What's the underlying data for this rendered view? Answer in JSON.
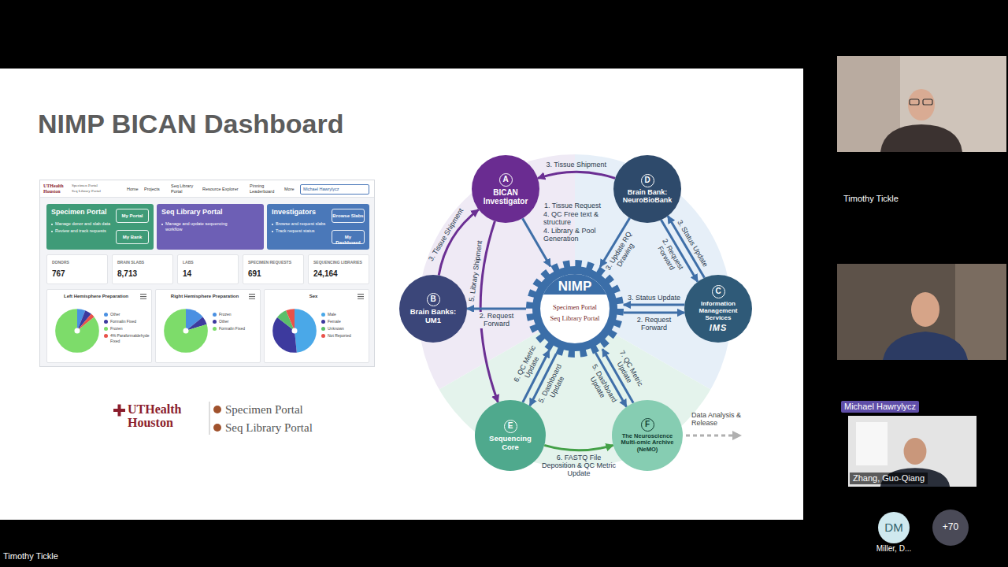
{
  "diagram": {
    "title": "NIMP BICAN Dashboard",
    "nodes": [
      {
        "text": [
          "UTHealth Houston",
          "Specimen Portal",
          "Seq Library Portal",
          "Home",
          "Projects",
          "Seq Library Portal",
          "Resource Explorer",
          "Pinning Leaderboard",
          "More"
        ]
      },
      {
        "text": [
          "Michael Hawrylycz"
        ],
        "in": 0
      },
      {
        "text": [
          "Specimen Portal",
          "Manage donor and slab data",
          "Review and track requests"
        ],
        "in": 0
      },
      {
        "text": [
          "My Portal"
        ],
        "in": 2
      },
      {
        "text": [
          "My Bank"
        ],
        "in": 2
      },
      {
        "text": [
          "Seq Library Portal",
          "Manage and update sequencing workflow"
        ],
        "in": 0
      },
      {
        "text": [
          "Investigators",
          "Browse and request slabs",
          "Track request status"
        ],
        "in": 0
      },
      {
        "text": [
          "Browse Slabs"
        ],
        "in": 6
      },
      {
        "text": [
          "My Dashboard"
        ],
        "in": 6
      },
      {
        "text": [
          "DONORS",
          "767"
        ],
        "in": 0
      },
      {
        "text": [
          "BRAIN SLABS",
          "8,713"
        ],
        "in": 0
      },
      {
        "text": [
          "LABS",
          "14"
        ],
        "in": 0
      },
      {
        "text": [
          "SPECIMEN REQUESTS",
          "691"
        ],
        "in": 0
      },
      {
        "text": [
          "SEQUENCING LIBRARIES",
          "24,164"
        ],
        "in": 0
      },
      {
        "text": [
          "Left Hemisphere Preparation"
        ],
        "in": 0
      },
      {
        "text": [
          "Right Hemisphere Preparation"
        ],
        "in": 0
      },
      {
        "text": [
          "Sex"
        ],
        "in": 0
      },
      {
        "text": [
          "A",
          "BICAN Investigator"
        ]
      },
      {
        "text": [
          "D",
          "Brain Bank: NeuroBioBank"
        ]
      },
      {
        "text": [
          "B",
          "Brain Banks: UM1"
        ]
      },
      {
        "text": [
          "NIMP",
          "Specimen Portal",
          "Seq Library Portal"
        ]
      },
      {
        "text": [
          "C",
          "Information Management Services",
          "IMS"
        ]
      },
      {
        "text": [
          "E",
          "Sequencing Core"
        ]
      },
      {
        "text": [
          "F",
          "The Neuroscience Multi-omic Archive (NeMO)"
        ]
      },
      {
        "text": [
          "Timothy Tickle"
        ]
      },
      {
        "text": [
          "Michael Hawrylycz"
        ]
      },
      {
        "text": [
          "Zhang, Guo-Qiang"
        ]
      },
      {
        "text": [
          "DM",
          "Miller, D..."
        ]
      },
      {
        "text": [
          "+70"
        ]
      }
    ],
    "edges": [
      {
        "from": 18,
        "to": 17,
        "arrow": "to",
        "label": "3. Tissue Shipment"
      },
      {
        "from": 19,
        "to": 17,
        "arrow": "to",
        "label": "3. Tissue Shipment"
      },
      {
        "from": 17,
        "to": 20,
        "arrow": "to",
        "label": "1. Tissue Request"
      },
      {
        "from": 17,
        "to": 22,
        "arrow": "to",
        "label": "5. Library Shipment"
      },
      {
        "from": 20,
        "to": 19,
        "arrow": "to",
        "label": "2. Request Forward"
      },
      {
        "from": 18,
        "to": 20,
        "arrow": "to",
        "label": "3. Update RQ Drawing"
      },
      {
        "from": 18,
        "to": 21,
        "arrow": "to",
        "label": "2. Request Forward"
      },
      {
        "from": 21,
        "to": 18,
        "arrow": "to",
        "label": "3. Status Update"
      },
      {
        "from": 21,
        "to": 20,
        "arrow": "to",
        "label": "3. Status Update"
      },
      {
        "from": 20,
        "to": 21,
        "arrow": "to",
        "label": "2. Request Forward"
      },
      {
        "from": 22,
        "to": 20,
        "arrow": "to",
        "label": "6. QC Metric Update"
      },
      {
        "from": 20,
        "to": 22,
        "arrow": "to",
        "label": "5. Dashboard Update"
      },
      {
        "from": 23,
        "to": 20,
        "arrow": "to",
        "label": "7. QC Metric Update"
      },
      {
        "from": 20,
        "to": 23,
        "arrow": "to",
        "label": "5. Dashboard Update"
      },
      {
        "from": 22,
        "to": 23,
        "arrow": "to",
        "label": "6. FASTQ File Deposition & QC Metric Update"
      }
    ],
    "labels": [
      "UTHealth Houston",
      "Specimen Portal",
      "Seq Library Portal",
      "4. QC Free text & structure",
      "4. Library & Pool Generation",
      "Data Analysis & Release",
      "Timothy Tickle"
    ],
    "legend": [
      {
        "text": "Other",
        "color": "#4a90e2"
      },
      {
        "text": "Formalin Fixed",
        "color": "#3d3a9e"
      },
      {
        "text": "Frozen",
        "color": "#7ddc6a"
      },
      {
        "text": "4% Paraformaldehyde Fixed",
        "color": "#e9524a"
      },
      {
        "text": "Frozen",
        "color": "#4a90e2"
      },
      {
        "text": "Other",
        "color": "#3d3a9e"
      },
      {
        "text": "Formalin Fixed",
        "color": "#7ddc6a"
      },
      {
        "text": "Male",
        "color": "#4aa8e8"
      },
      {
        "text": "Female",
        "color": "#3d3a9e"
      },
      {
        "text": "Unknown",
        "color": "#5bbf6a"
      },
      {
        "text": "Not Reported",
        "color": "#e9524a"
      }
    ]
  }
}
